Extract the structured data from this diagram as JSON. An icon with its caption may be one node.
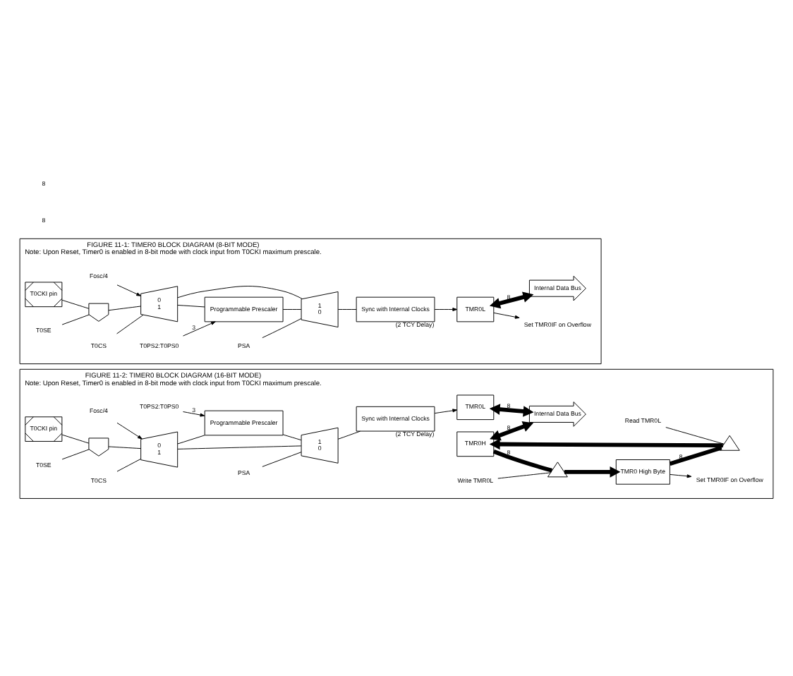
{
  "diagram": {
    "nodes": [
      {
        "text": [
          "FIGURE 11-1: TIMER0 BLOCK DIAGRAM (8-BIT MODE)",
          "Note: Upon Reset, Timer0 is enabled in 8-bit mode with clock input from T0CKI maximum prescale."
        ]
      },
      {
        "text": [
          "T0CKI pin"
        ],
        "in": 0
      },
      {
        "text": [],
        "shape": "gate",
        "in": 0
      },
      {
        "text": [
          "0",
          "1"
        ],
        "in": 0
      },
      {
        "text": [
          "Fosc/4"
        ],
        "in": 0
      },
      {
        "text": [
          "T0SE"
        ],
        "in": 0
      },
      {
        "text": [
          "T0CS"
        ],
        "in": 0
      },
      {
        "text": [
          "Programmable Prescaler"
        ],
        "in": 0
      },
      {
        "text": [
          "T0PS2:T0PS0"
        ],
        "in": 0
      },
      {
        "text": [
          "1",
          "0"
        ],
        "in": 0
      },
      {
        "text": [
          "PSA"
        ],
        "in": 0
      },
      {
        "text": [
          "Sync with Internal Clocks"
        ],
        "beside": [
          "(2 TCY Delay)"
        ],
        "in": 0
      },
      {
        "text": [
          "TMR0L"
        ],
        "in": 0
      },
      {
        "text": [
          "Set TMR0IF on Overflow"
        ],
        "in": 0
      },
      {
        "text": [
          "Internal Data Bus"
        ],
        "in": 0
      },
      {
        "text": [
          "FIGURE 11-2: TIMER0 BLOCK DIAGRAM (16-BIT MODE)",
          "Note: Upon Reset, Timer0 is enabled in 8-bit mode with clock input from T0CKI maximum prescale."
        ]
      },
      {
        "text": [
          "T0CKI pin"
        ],
        "in": 15
      },
      {
        "text": [],
        "shape": "gate",
        "in": 15
      },
      {
        "text": [
          "0",
          "1"
        ],
        "in": 15
      },
      {
        "text": [
          "Fosc/4"
        ],
        "in": 15
      },
      {
        "text": [
          "T0SE"
        ],
        "in": 15
      },
      {
        "text": [
          "T0CS"
        ],
        "in": 15
      },
      {
        "text": [
          "Programmable Prescaler"
        ],
        "in": 15
      },
      {
        "text": [
          "T0PS2:T0PS0"
        ],
        "in": 15
      },
      {
        "text": [
          "1",
          "0"
        ],
        "in": 15
      },
      {
        "text": [
          "PSA"
        ],
        "in": 15
      },
      {
        "text": [
          "Sync with Internal Clocks"
        ],
        "beside": [
          "(2 TCY Delay)"
        ],
        "in": 15
      },
      {
        "text": [
          "TMR0L"
        ],
        "in": 15
      },
      {
        "text": [
          "TMR0 High Byte"
        ],
        "in": 15
      },
      {
        "text": [
          "Set TMR0IF on Overflow"
        ],
        "in": 15
      },
      {
        "text": [],
        "shape": "triangle",
        "in": 15
      },
      {
        "text": [],
        "shape": "triangle",
        "in": 15
      },
      {
        "text": [
          "Read TMR0L"
        ],
        "in": 15
      },
      {
        "text": [
          "Write TMR0L"
        ],
        "in": 15
      },
      {
        "text": [
          "TMR0H"
        ],
        "in": 15
      },
      {
        "text": [
          "Internal Data Bus"
        ],
        "in": 15
      }
    ],
    "edges": [
      {
        "from": 1,
        "to": 2,
        "arrow": "none"
      },
      {
        "from": 5,
        "to": 2,
        "arrow": "none"
      },
      {
        "from": 2,
        "to": 3,
        "arrow": "none"
      },
      {
        "from": 4,
        "to": 3,
        "arrow": "to"
      },
      {
        "from": 6,
        "to": 3,
        "arrow": "none"
      },
      {
        "from": 3,
        "to": 9,
        "arrow": "none"
      },
      {
        "from": 3,
        "to": 7,
        "arrow": "none"
      },
      {
        "from": 7,
        "to": 9,
        "arrow": "none"
      },
      {
        "from": 8,
        "to": 7,
        "arrow": "to",
        "label": "3"
      },
      {
        "from": 10,
        "to": 9,
        "arrow": "none"
      },
      {
        "from": 9,
        "to": 11,
        "arrow": "none"
      },
      {
        "from": 11,
        "to": 12,
        "arrow": "to"
      },
      {
        "from": 12,
        "to": 13,
        "arrow": "to"
      },
      {
        "from": 12,
        "to": 14,
        "arrow": "both",
        "label": "8",
        "style": "thick"
      },
      {
        "from": 16,
        "to": 17,
        "arrow": "none"
      },
      {
        "from": 20,
        "to": 17,
        "arrow": "none"
      },
      {
        "from": 17,
        "to": 18,
        "arrow": "none"
      },
      {
        "from": 19,
        "to": 18,
        "arrow": "to"
      },
      {
        "from": 21,
        "to": 18,
        "arrow": "none"
      },
      {
        "from": 18,
        "to": 24,
        "arrow": "none"
      },
      {
        "from": 18,
        "to": 22,
        "arrow": "none"
      },
      {
        "from": 22,
        "to": 24,
        "arrow": "none"
      },
      {
        "from": 23,
        "to": 22,
        "arrow": "to",
        "label": "3"
      },
      {
        "from": 25,
        "to": 24,
        "arrow": "none"
      },
      {
        "from": 24,
        "to": 26,
        "arrow": "none"
      },
      {
        "from": 26,
        "to": 27,
        "arrow": "to"
      },
      {
        "from": 28,
        "to": 29,
        "arrow": "to"
      },
      {
        "from": 27,
        "to": 35,
        "arrow": "both",
        "label": "8",
        "style": "thick"
      },
      {
        "from": 34,
        "to": 30,
        "arrow": "none",
        "label": "8",
        "style": "thick"
      },
      {
        "from": 30,
        "to": 28,
        "arrow": "to",
        "style": "thick"
      },
      {
        "from": 28,
        "to": 31,
        "arrow": "none",
        "label": "8",
        "style": "thick"
      },
      {
        "from": 31,
        "to": 34,
        "arrow": "to",
        "style": "thick"
      },
      {
        "from": 32,
        "to": 31,
        "arrow": "none"
      },
      {
        "from": 33,
        "to": 30,
        "arrow": "none"
      },
      {
        "from": 34,
        "to": 35,
        "arrow": "both",
        "label": "8",
        "style": "thick"
      }
    ],
    "labels": [
      "8",
      "8"
    ]
  }
}
